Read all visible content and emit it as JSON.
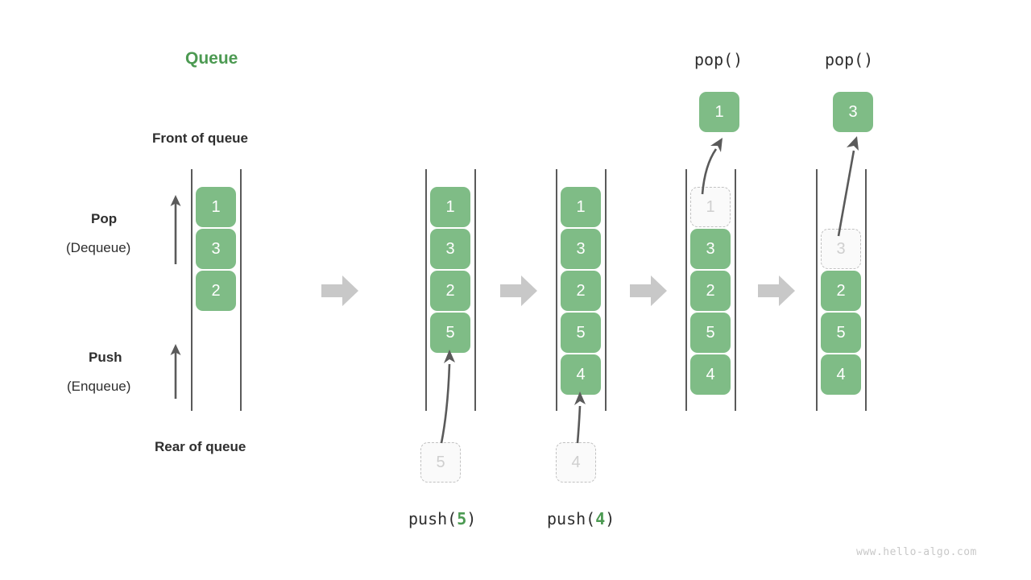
{
  "title": "Queue",
  "labels": {
    "front": "Front of queue",
    "rear": "Rear of queue",
    "pop_title": "Pop",
    "pop_sub": "(Dequeue)",
    "push_title": "Push",
    "push_sub": "(Enqueue)",
    "watermark": "www.hello-algo.com"
  },
  "colors": {
    "accent_green": "#4c9a52",
    "cell_green": "#7fbc86",
    "ghost_border": "#c2c2c2",
    "ghost_text": "#cfcfcf",
    "rail": "#5a5a5a",
    "sep_arrow": "#c8c8c8",
    "text": "#2e2e2e",
    "watermark": "#c8c8c8"
  },
  "operations": {
    "push_5_label": "push(",
    "push_5_arg": "5",
    "push_5_close": ")",
    "push_4_label": "push(",
    "push_4_arg": "4",
    "push_4_close": ")",
    "pop_label_1": "pop()",
    "pop_label_2": "pop()"
  },
  "stages": [
    {
      "id": "initial",
      "cells": [
        {
          "value": "1",
          "state": "filled"
        },
        {
          "value": "3",
          "state": "filled"
        },
        {
          "value": "2",
          "state": "filled"
        }
      ]
    },
    {
      "id": "after-push-5",
      "cells": [
        {
          "value": "1",
          "state": "filled"
        },
        {
          "value": "3",
          "state": "filled"
        },
        {
          "value": "2",
          "state": "filled"
        },
        {
          "value": "5",
          "state": "filled"
        }
      ],
      "incoming": {
        "value": "5",
        "state": "ghost"
      }
    },
    {
      "id": "after-push-4",
      "cells": [
        {
          "value": "1",
          "state": "filled"
        },
        {
          "value": "3",
          "state": "filled"
        },
        {
          "value": "2",
          "state": "filled"
        },
        {
          "value": "5",
          "state": "filled"
        },
        {
          "value": "4",
          "state": "filled"
        }
      ],
      "incoming": {
        "value": "4",
        "state": "ghost"
      }
    },
    {
      "id": "after-pop-1",
      "cells": [
        {
          "value": "1",
          "state": "ghost"
        },
        {
          "value": "3",
          "state": "filled"
        },
        {
          "value": "2",
          "state": "filled"
        },
        {
          "value": "5",
          "state": "filled"
        },
        {
          "value": "4",
          "state": "filled"
        }
      ],
      "outgoing": {
        "value": "1",
        "state": "filled"
      }
    },
    {
      "id": "after-pop-3",
      "cells": [
        {
          "value": "3",
          "state": "ghost"
        },
        {
          "value": "2",
          "state": "filled"
        },
        {
          "value": "5",
          "state": "filled"
        },
        {
          "value": "4",
          "state": "filled"
        }
      ],
      "outgoing": {
        "value": "3",
        "state": "filled"
      }
    }
  ]
}
